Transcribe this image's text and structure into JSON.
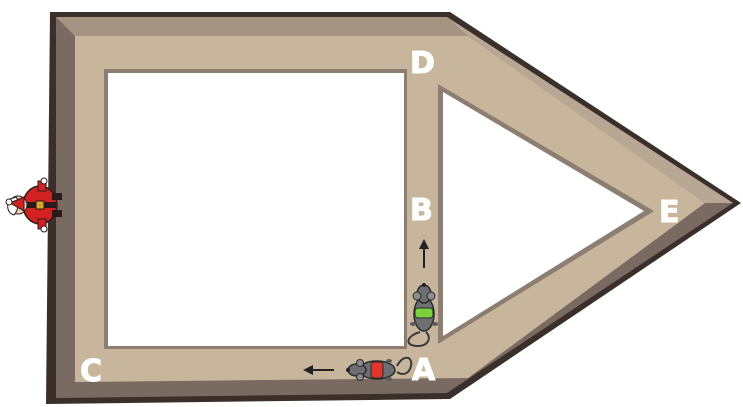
{
  "points": {
    "A": "A",
    "B": "B",
    "C": "C",
    "D": "D",
    "E": "E"
  },
  "colors": {
    "track": "#c8b69c",
    "outer_wall": "#3a2f2a",
    "bevel_light": "#a59482",
    "bevel_dark": "#6f615a",
    "inner_field": "#ffffff",
    "label": "#ffffff",
    "mouse_body": "#6d6f72",
    "mouse_green_vest": "#7bd13b",
    "mouse_red_vest": "#e2362d",
    "santa_red": "#d32121",
    "arrow": "#222222"
  },
  "figures": {
    "santa": "santa-figure",
    "mouse_vertical": "mouse-with-green-vest",
    "mouse_horizontal": "mouse-with-red-vest"
  },
  "arrows": {
    "mouse_vertical": "up",
    "mouse_horizontal": "left"
  }
}
